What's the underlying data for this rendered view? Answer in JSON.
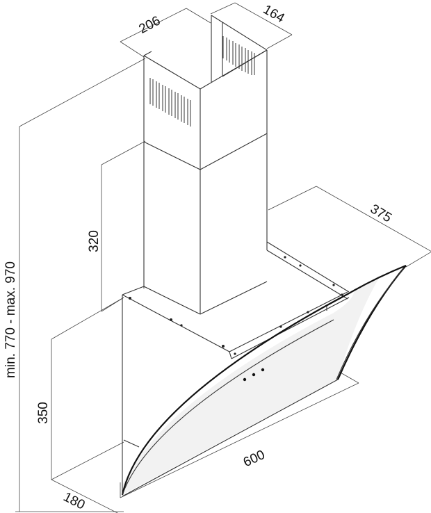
{
  "dimensions": {
    "chimney_width": "206",
    "chimney_depth": "164",
    "hood_depth": "375",
    "chimney_lower_height": "320",
    "total_height": "min. 770 - max. 970",
    "hood_height": "350",
    "hood_width": "600",
    "wall_depth": "180"
  },
  "colors": {
    "line": "#333333",
    "panel_fill": "#f2f2f2",
    "background": "#ffffff"
  }
}
